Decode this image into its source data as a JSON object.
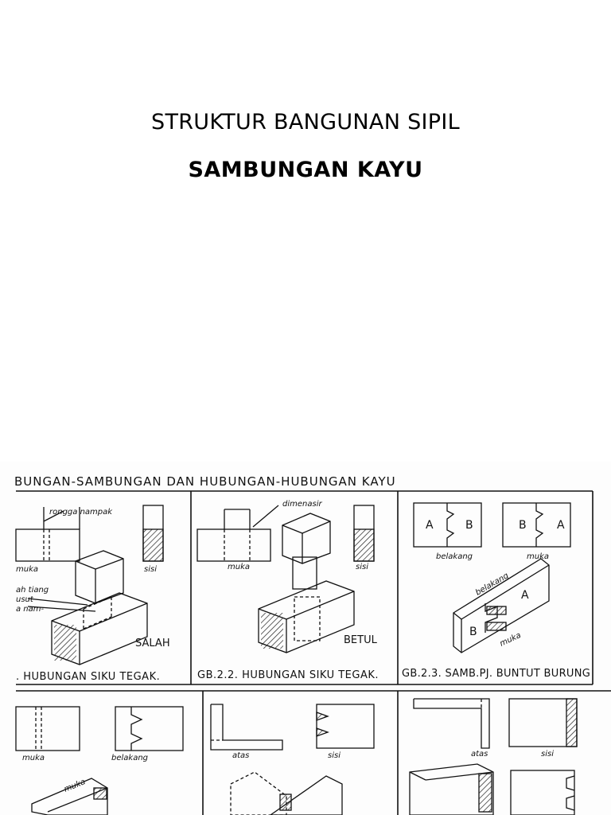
{
  "document": {
    "title": "STRUKTUR BANGUNAN SIPIL",
    "subtitle": "SAMBUNGAN KAYU"
  },
  "plate": {
    "header": "BUNGAN-SAMBUNGAN DAN HUBUNGAN-HUBUNGAN KAYU",
    "panels": [
      {
        "labels": [
          "rongga nampak",
          "muka",
          "sisi",
          "ah tiang",
          "usut",
          "a nam-",
          "SALAH"
        ],
        "caption": ". HUBUNGAN SIKU TEGAK."
      },
      {
        "labels": [
          "dimenasir",
          "muka",
          "sisi",
          "BETUL"
        ],
        "caption": "GB.2.2. HUBUNGAN SIKU TEGAK."
      },
      {
        "labels": [
          "A",
          "B",
          "B",
          "A",
          "belakang",
          "muka",
          "belakang",
          "A",
          "B",
          "muka"
        ],
        "caption": "GB.2.3. SAMB.PJ. BUNTUT BURUNG"
      },
      {
        "labels": [
          "muka",
          "belakang",
          "muka"
        ]
      },
      {
        "labels": [
          "atas",
          "sisi"
        ]
      },
      {
        "labels": [
          "atas",
          "sisi"
        ]
      }
    ]
  }
}
